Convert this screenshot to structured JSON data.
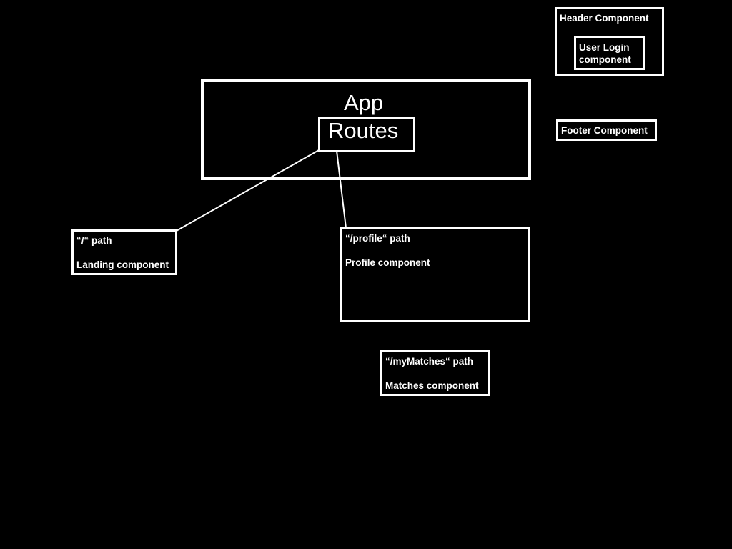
{
  "app": {
    "title": "App",
    "routes_label": "Routes"
  },
  "header": {
    "title": "Header Component",
    "login_line1": "User Login",
    "login_line2": "component"
  },
  "footer": {
    "title": "Footer Component"
  },
  "routes": {
    "landing": {
      "path": "“/“ path",
      "component": "Landing component"
    },
    "profile": {
      "path": "“/profile“ path",
      "component": "Profile component"
    },
    "matches": {
      "path": "“/myMatches“ path",
      "component": "Matches component"
    }
  },
  "colors": {
    "background": "#000000",
    "foreground": "#ffffff"
  }
}
